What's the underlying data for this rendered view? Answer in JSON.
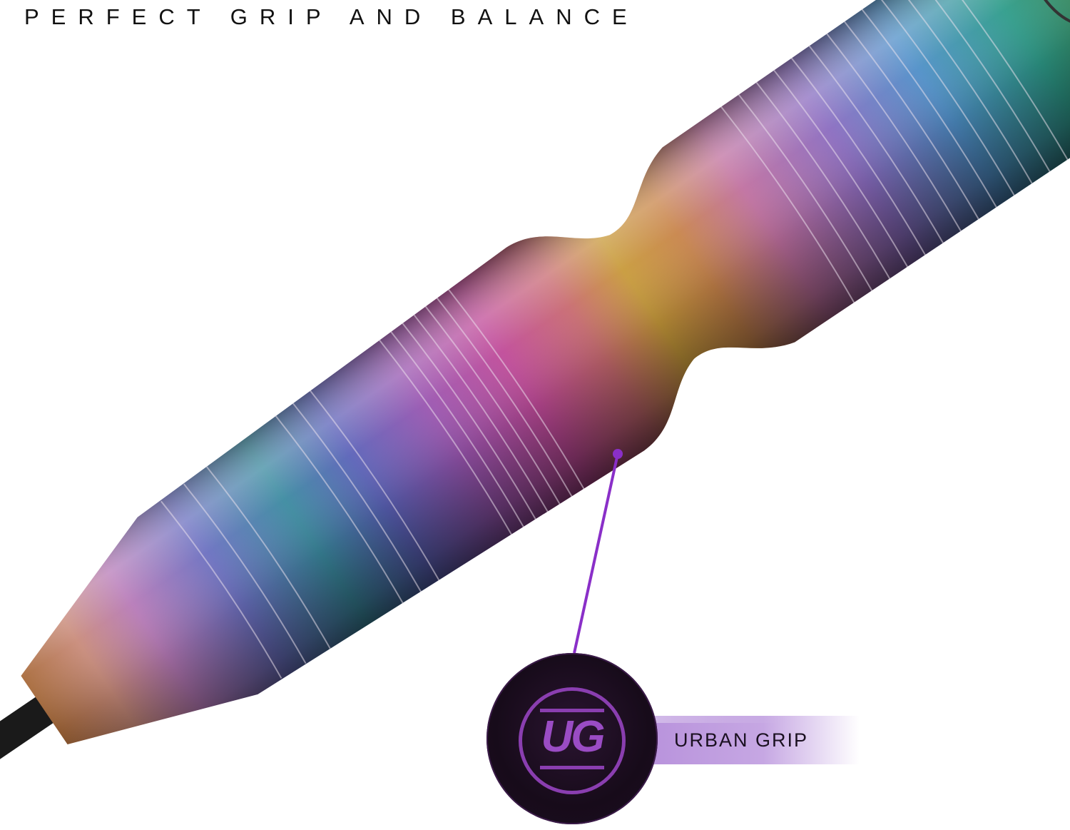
{
  "headline": "PERFECT GRIP AND BALANCE",
  "callout": {
    "badge_text": "UG",
    "label": "URBAN GRIP",
    "accent_color": "#8a2fc8"
  },
  "brand_logo_icon": "winmau-w-logo"
}
